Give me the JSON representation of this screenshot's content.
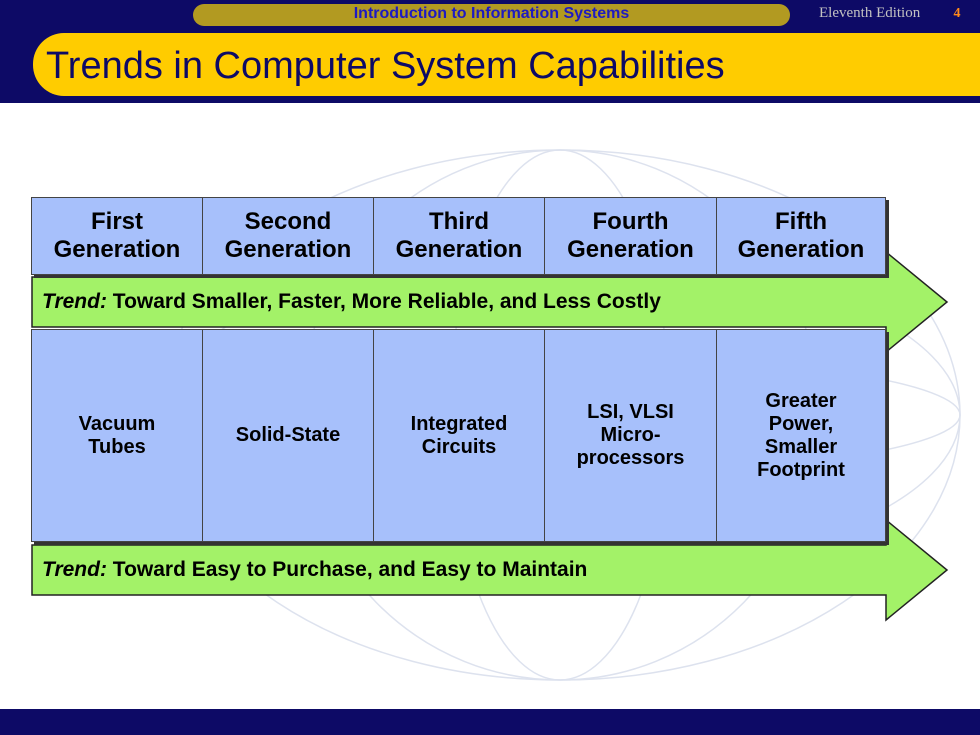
{
  "header": {
    "course_title": "Introduction to Information Systems",
    "edition": "Eleventh Edition",
    "page_number": "4"
  },
  "slide": {
    "title": "Trends in Computer System Capabilities"
  },
  "diagram": {
    "generations": [
      "First\nGeneration",
      "Second\nGeneration",
      "Third\nGeneration",
      "Fourth\nGeneration",
      "Fifth\nGeneration"
    ],
    "trend1": {
      "key": "Trend:",
      "text": "Toward Smaller, Faster, More Reliable, and Less Costly"
    },
    "technologies": [
      "Vacuum\nTubes",
      "Solid-State",
      "Integrated\nCircuits",
      "LSI, VLSI\nMicro-\nprocessors",
      "Greater\nPower,\nSmaller\nFootprint"
    ],
    "trend2": {
      "key": "Trend:",
      "text": "Toward Easy to Purchase, and Easy to Maintain"
    }
  },
  "colors": {
    "navy": "#0d0a66",
    "gold": "#ffcc00",
    "box_blue": "#a7c0fb",
    "arrow_green": "#a3f268"
  }
}
